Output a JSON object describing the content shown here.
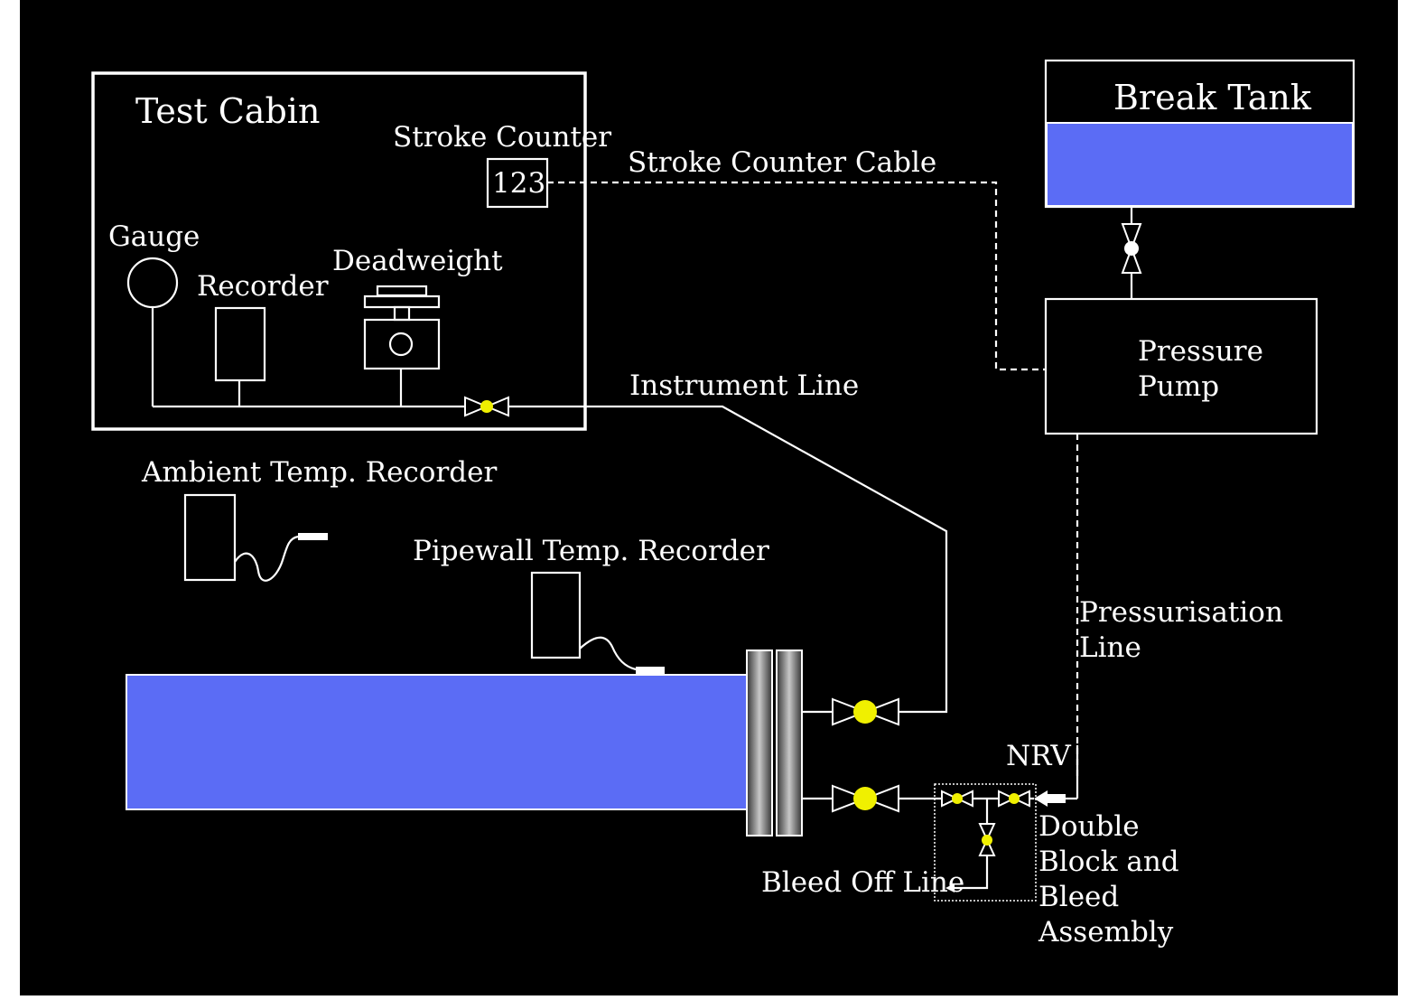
{
  "colors": {
    "background": "#000000",
    "frame": "#ffffff",
    "line": "#ffffff",
    "fluid": "#5b6cf5",
    "valve_ball": "#f0f000"
  },
  "labels": {
    "test_cabin": "Test Cabin",
    "stroke_counter": "Stroke Counter",
    "counter_value": "123",
    "gauge": "Gauge",
    "recorder": "Recorder",
    "deadweight": "Deadweight",
    "stroke_counter_cable": "Stroke Counter Cable",
    "break_tank": "Break Tank",
    "pressure_pump_line1": "Pressure",
    "pressure_pump_line2": "Pump",
    "instrument_line": "Instrument Line",
    "ambient_temp_recorder": "Ambient Temp. Recorder",
    "pipewall_temp_recorder": "Pipewall Temp. Recorder",
    "pressurisation_line1": "Pressurisation",
    "pressurisation_line2": "Line",
    "nrv": "NRV",
    "bleed_off_line": "Bleed Off Line",
    "dbb_line1": "Double",
    "dbb_line2": "Block and",
    "dbb_line3": "Bleed",
    "dbb_line4": "Assembly"
  },
  "icons": [
    "gate-valve-icon",
    "gauge-icon",
    "recorder-icon",
    "deadweight-tester-icon",
    "flange-icon",
    "temperature-probe-icon",
    "check-valve-arrow-icon"
  ]
}
